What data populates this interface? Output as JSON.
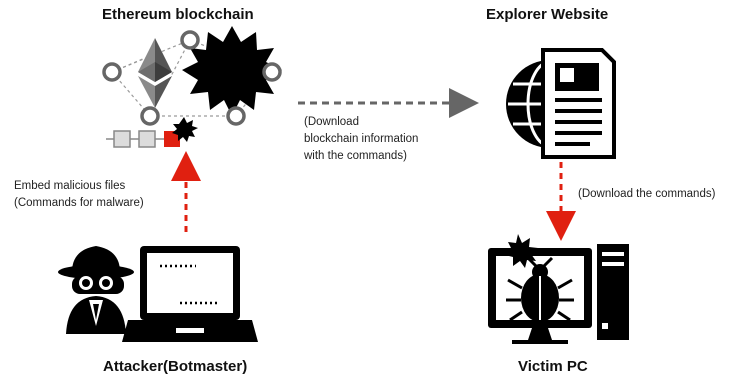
{
  "titles": {
    "blockchain": "Ethereum blockchain",
    "explorer": "Explorer Website",
    "attacker": "Attacker(Botmaster)",
    "victim": "Victim PC"
  },
  "notes": {
    "embed": [
      "Embed malicious files",
      "(Commands for malware)"
    ],
    "download_info": [
      "(Download",
      "blockchain information",
      "with the commands)"
    ],
    "download_commands": "(Download the commands)"
  },
  "arrows": {
    "attacker_to_blockchain": {
      "color": "#e02010",
      "style": "dashed"
    },
    "blockchain_to_explorer": {
      "color": "#666666",
      "style": "dashed"
    },
    "explorer_to_victim": {
      "color": "#e02010",
      "style": "dashed"
    }
  },
  "colors": {
    "accent_red": "#e02010",
    "node_grey": "#777777",
    "ink": "#000000"
  },
  "icons": [
    "ethereum-logo-icon",
    "burst-icon",
    "block-chain-icon",
    "newspaper-globe-icon",
    "spy-icon",
    "laptop-icon",
    "desktop-pc-icon",
    "bug-icon"
  ]
}
